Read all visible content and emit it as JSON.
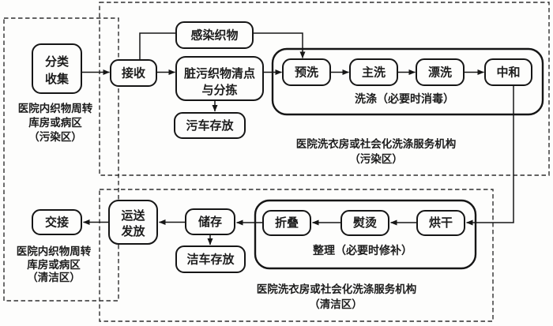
{
  "diagram": {
    "type": "flowchart",
    "background_color": "#fdfdfc",
    "line_color": "#161616",
    "zones": {
      "left_top_label": [
        "医院内织物周转",
        "库房或病区",
        "（污染区）"
      ],
      "left_bottom_label": [
        "医院内织物周转",
        "库房或病区",
        "（清洁区）"
      ],
      "dirty_facility_label": [
        "医院洗衣房或社会化洗涤服务机构",
        "（污染区）"
      ],
      "clean_facility_label": [
        "医院洗衣房或社会化洗涤服务机构",
        "（清洁区）"
      ]
    },
    "nodes": {
      "collect": [
        "分类",
        "收集"
      ],
      "receive": "接收",
      "infected": "感染织物",
      "sort": [
        "脏污织物清点",
        "与分拣"
      ],
      "dirty_cart": "污车存放",
      "prewash": "预洗",
      "main_wash": "主洗",
      "rinse": "漂洗",
      "neutralize": "中和",
      "wash_group": "洗涤（必要时消毒）",
      "handover": "交接",
      "dispatch": [
        "运送",
        "发放"
      ],
      "store": "储存",
      "clean_cart": "洁车存放",
      "fold": "折叠",
      "iron": "熨烫",
      "dry": "烘干",
      "finish_group": "整理（必要时修补）"
    }
  }
}
